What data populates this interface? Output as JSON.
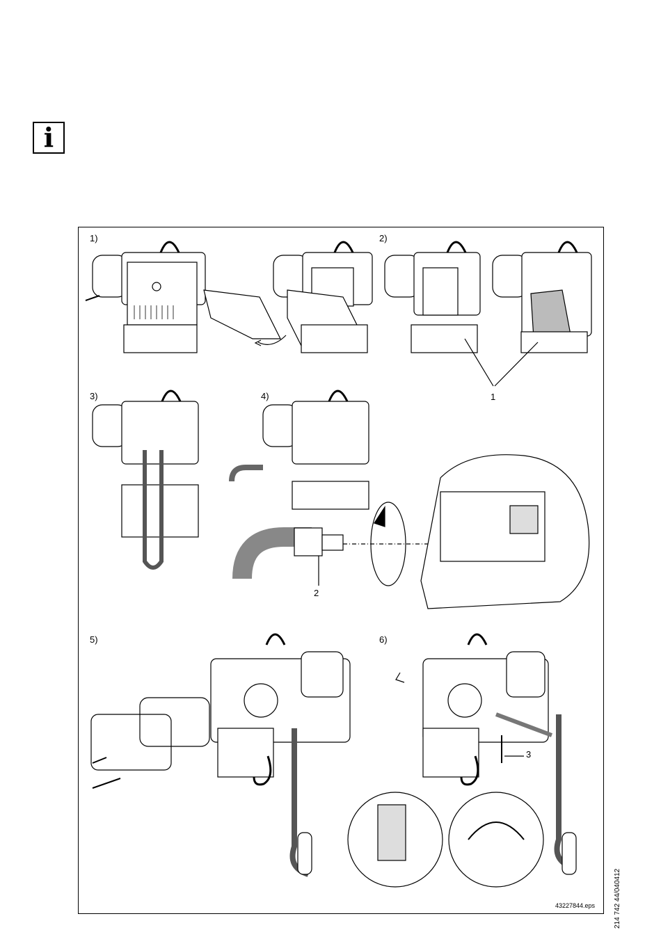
{
  "info_icon": {
    "glyph": "i",
    "icon": "info-icon"
  },
  "figure": {
    "steps": [
      "1)",
      "2)",
      "3)",
      "4)",
      "5)",
      "6)"
    ],
    "callouts": [
      "1",
      "2",
      "3"
    ],
    "file_ref": "43227844.eps"
  },
  "side_code": "214 742 44/040412"
}
